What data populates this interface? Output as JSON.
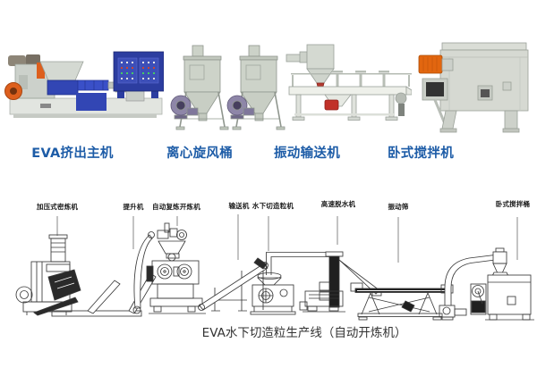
{
  "page": {
    "background": "#ffffff",
    "label_color": "#1d5ca7"
  },
  "products": [
    {
      "label": "EVA挤出主机"
    },
    {
      "label": "离心旋风桶"
    },
    {
      "label": "振动输送机"
    },
    {
      "label": "卧式搅拌机"
    }
  ],
  "diagram": {
    "caption": "EVA水下切造粒生产线（自动开炼机）",
    "labels": [
      "加压式密炼机",
      "提升机",
      "自动复炼开炼机",
      "输送机",
      "水下切造粒机",
      "高速脱水机",
      "振动筛",
      "卧式搅拌桶"
    ]
  }
}
